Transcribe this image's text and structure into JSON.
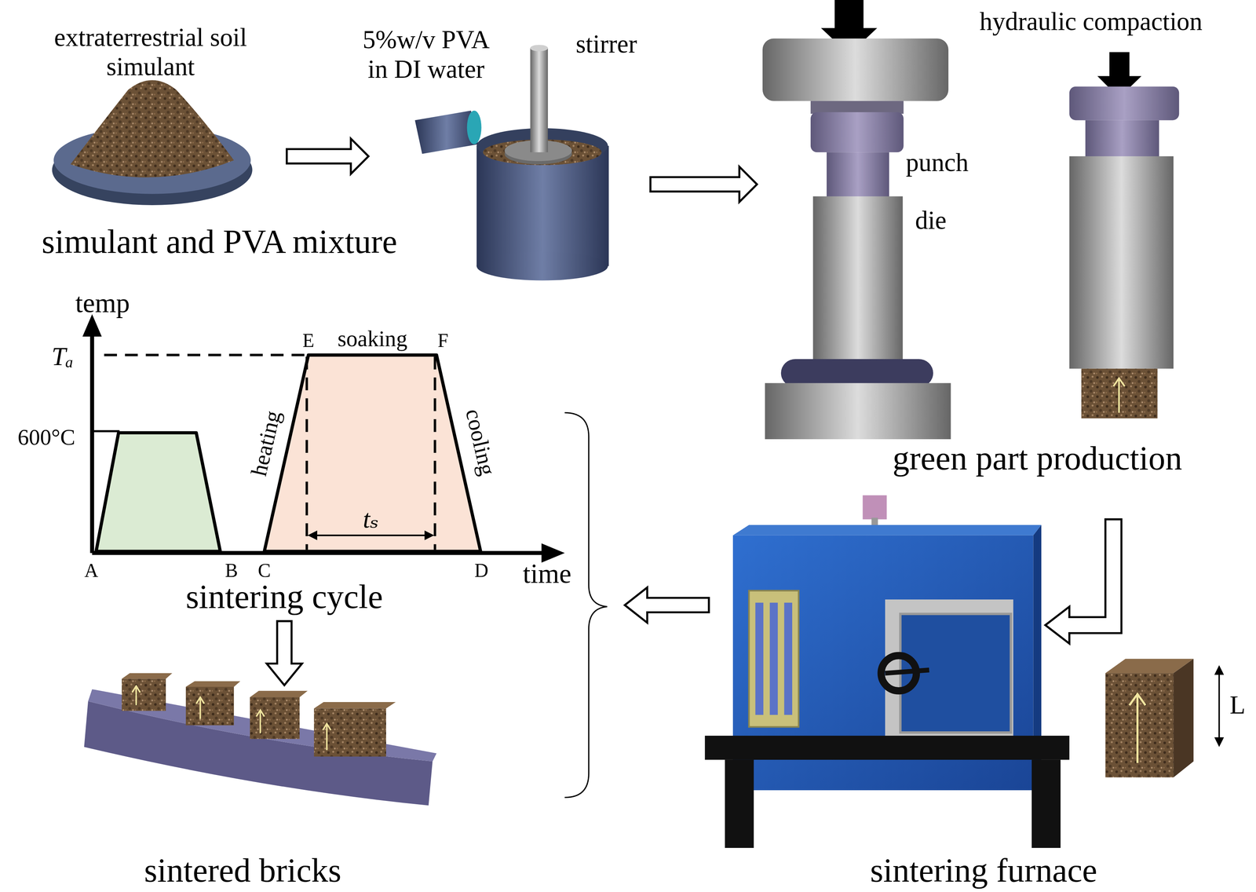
{
  "diagram": {
    "labels": [
      "extraterrestrial soil simulant",
      "5%w/v PVA in DI water",
      "stirrer",
      "hydraulic compaction",
      "punch",
      "die",
      "simulant and PVA mixture",
      "temp",
      "E",
      "soaking",
      "F",
      "Tₐ",
      "600°C",
      "heating",
      "cooling",
      "tₛ",
      "A",
      "B",
      "C",
      "D",
      "time",
      "green part production",
      "sintering cycle",
      "L",
      "sintered bricks",
      "sintering furnace"
    ]
  }
}
